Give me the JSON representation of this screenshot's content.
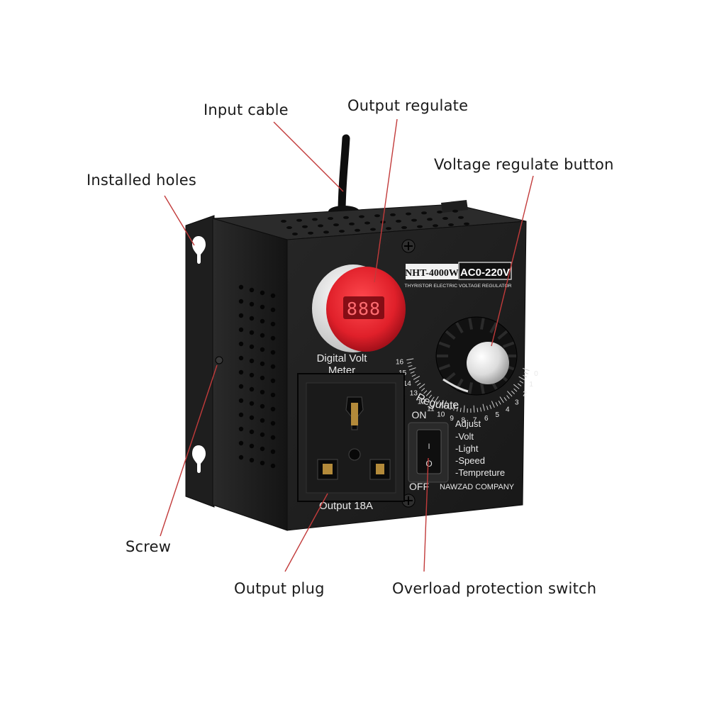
{
  "callouts": {
    "input_cable": "Input cable",
    "output_regulate": "Output regulate",
    "voltage_regulate_button": "Voltage regulate button",
    "installed_holes": "Installed holes",
    "screw": "Screw",
    "output_plug": "Output plug",
    "overload_protection_switch": "Overload protection switch"
  },
  "device": {
    "model": "NHT-4000W",
    "range": "AC0-220V",
    "subtitle": "THYRISTOR ELECTRIC VOLTAGE REGULATOR",
    "meter_label_line1": "Digital Volt",
    "meter_label_line2": "Meter",
    "meter_digits": "888",
    "dial_label": "Regulate",
    "dial_numbers": [
      "0",
      "1",
      "2",
      "3",
      "4",
      "5",
      "6",
      "7",
      "8",
      "9",
      "10",
      "11",
      "12",
      "13",
      "14",
      "15",
      "16"
    ],
    "socket_label": "Output 18A",
    "switch_on": "ON",
    "switch_off": "OFF",
    "switch_i": "I",
    "switch_o": "O",
    "adjust_lines": [
      "Adjust",
      "-Volt",
      "-Light",
      "-Speed",
      "-Tempreture"
    ],
    "company": "NAWZAD COMPANY"
  },
  "colors": {
    "leader": "#c23b3b",
    "body": "#1b1b1b",
    "meter_red": "#e0202a",
    "text": "#1a1a1a"
  }
}
